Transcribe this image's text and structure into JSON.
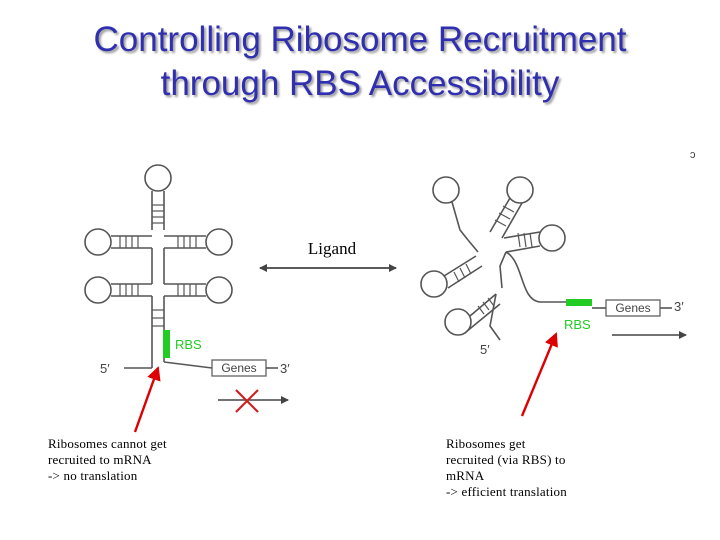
{
  "slide": {
    "title_line1": "Controlling Ribosome Recruitment",
    "title_line2": "through RBS Accessibility"
  },
  "diagram": {
    "ligand_label": "Ligand",
    "left_state": {
      "rbs_label": "RBS",
      "five_prime": "5′",
      "three_prime": "3′",
      "genes_label": "Genes"
    },
    "right_state": {
      "rbs_label": "RBS",
      "five_prime": "5′",
      "three_prime": "3′",
      "genes_label": "Genes"
    },
    "colors": {
      "title": "#2f2fb0",
      "rbs": "#22cc22",
      "arrow": "#dd0000",
      "block_x": "#cc2222",
      "strand": "#555555"
    }
  },
  "captions": {
    "left": [
      "Ribosomes cannot get",
      "recruited to mRNA",
      "-> no translation"
    ],
    "right": [
      "Ribosomes get",
      "recruited (via RBS) to",
      "mRNA",
      "-> efficient translation"
    ]
  }
}
